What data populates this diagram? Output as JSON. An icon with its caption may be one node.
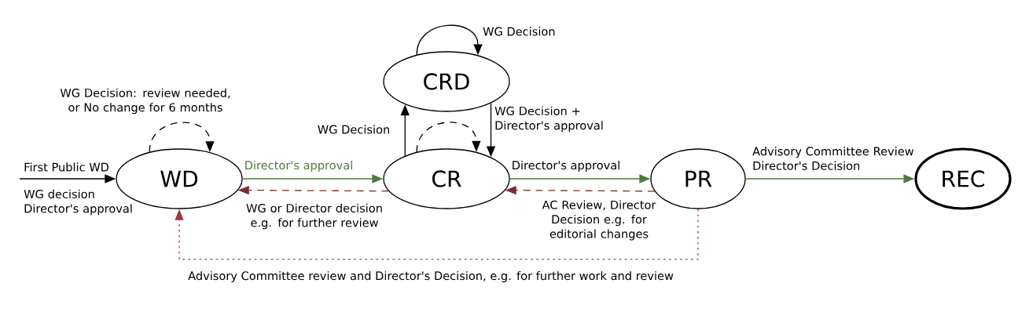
{
  "diagram": {
    "nodes": [
      {
        "text": [
          "WD"
        ]
      },
      {
        "text": [
          "CRD"
        ]
      },
      {
        "text": [
          "CR"
        ]
      },
      {
        "text": [
          "PR"
        ]
      },
      {
        "text": [
          "REC"
        ]
      }
    ],
    "edges": [
      {
        "from": null,
        "to": 0,
        "arrow": "to",
        "label": "First Public WD"
      },
      {
        "from": 0,
        "to": 0,
        "arrow": "to",
        "style": "dashed",
        "label": "WG Decision: review needed, or No change for 6 months"
      },
      {
        "from": 0,
        "to": 2,
        "arrow": "to",
        "color": "#4d7a3a",
        "label": "Director's approval"
      },
      {
        "from": 2,
        "to": 0,
        "arrow": "to",
        "style": "dashed",
        "color": "#7b2c33",
        "label": "WG or Director decision e.g. for further review"
      },
      {
        "from": 1,
        "to": 1,
        "arrow": "to",
        "label": "WG Decision"
      },
      {
        "from": 2,
        "to": 1,
        "arrow": "to",
        "label": "WG Decision"
      },
      {
        "from": 1,
        "to": 2,
        "arrow": "to",
        "label": "WG Decision + Director's approval"
      },
      {
        "from": 2,
        "to": 2,
        "arrow": "to",
        "style": "dashed"
      },
      {
        "from": 2,
        "to": 3,
        "arrow": "to",
        "color": "#4d7a3a",
        "label": "Director's approval"
      },
      {
        "from": 3,
        "to": 2,
        "arrow": "to",
        "style": "dashed",
        "color": "#7b2c33",
        "label": "AC Review, Director Decision e.g. for editorial changes"
      },
      {
        "from": 3,
        "to": 4,
        "arrow": "to",
        "color": "#4d7a3a",
        "label": "Advisory Committee Review Director's Decision"
      },
      {
        "from": 3,
        "to": 0,
        "arrow": "to",
        "style": "dashed",
        "color": "#9b3b45",
        "label": "Advisory Committee review and Director's Decision, e.g. for further work and review"
      }
    ],
    "labels": [
      "WG decision Director's approval"
    ]
  }
}
